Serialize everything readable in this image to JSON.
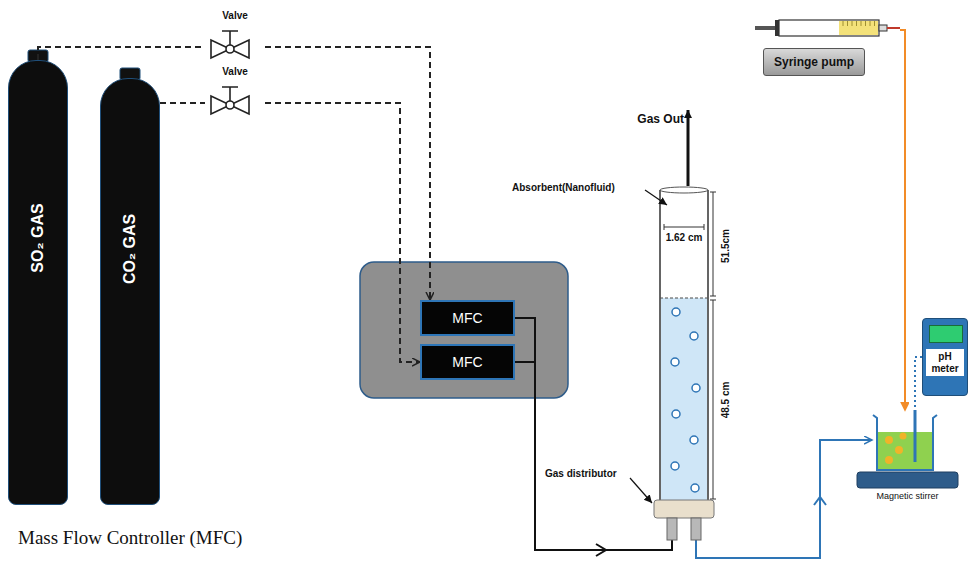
{
  "diagram": {
    "nodes": [
      {
        "text": [
          "SO₂ GAS"
        ]
      },
      {
        "text": [
          "CO₂ GAS"
        ]
      },
      {
        "text": [
          "Valve"
        ]
      },
      {
        "text": [
          "Valve"
        ]
      },
      {
        "text": [
          "MFC"
        ]
      },
      {
        "text": [
          "MFC"
        ]
      },
      {
        "text": [
          "Syringe pump"
        ]
      },
      {
        "text": [
          "pH meter"
        ]
      },
      {
        "text": [
          "Magnetic stirrer"
        ]
      }
    ],
    "edges": [
      {
        "from": 0,
        "to": 2,
        "arrow": "none"
      },
      {
        "from": 2,
        "to": 4,
        "arrow": "to"
      },
      {
        "from": 1,
        "to": 3,
        "arrow": "none"
      },
      {
        "from": 3,
        "to": 5,
        "arrow": "to"
      },
      {
        "from": 6,
        "to": 8,
        "arrow": "to"
      },
      {
        "from": 7,
        "to": 8,
        "arrow": "none"
      }
    ],
    "labels": [
      "Mass Flow Controller (MFC)",
      "Gas Out",
      "Absorbent(Nanofluid)",
      "1.62 cm",
      "51.5cm",
      "48.5 cm",
      "Gas distributor"
    ]
  }
}
